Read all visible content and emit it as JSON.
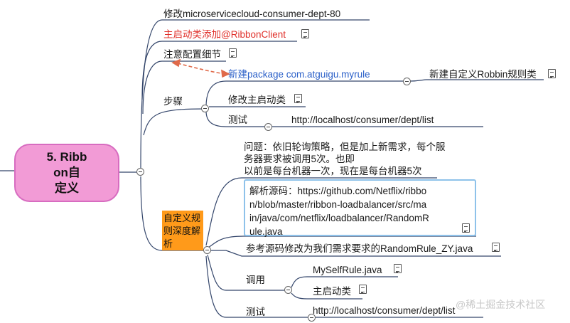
{
  "root": {
    "label": "5. Ribb\non自\n定义"
  },
  "branches": {
    "modify_module": "修改microservicecloud-consumer-dept-80",
    "main_class_annotation": "主启动类添加@RibbonClient",
    "config_notes": "注意配置细节",
    "steps": {
      "label": "步骤",
      "new_package": "新建package com.atguigu.myrule",
      "new_rule_class": "新建自定义Robbin规则类",
      "modify_main": "修改主启动类",
      "test_label": "测试",
      "test_url": "http://localhost/consumer/dept/list"
    },
    "deep_dive": {
      "label": "自定义规\n则深度解\n析",
      "problem": "问题：依旧轮询策略，但是加上新需求，每个服\n务器要求被调用5次。也即\n以前是每台机器一次，现在是每台机器5次",
      "source": "解析源码：https://github.com/Netflix/ribbo\nn/blob/master/ribbon-loadbalancer/src/ma\nin/java/com/netflix/loadbalancer/RandomR\nule.java",
      "reference": "参考源码修改为我们需求要求的RandomRule_ZY.java",
      "invoke_label": "调用",
      "my_self_rule": "MySelfRule.java",
      "main_class": "主启动类",
      "test_label": "测试",
      "test_url": "http://localhost/consumer/dept/list"
    }
  },
  "watermark": "@稀土掘金技术社区",
  "colors": {
    "root_fill": "#f29bd6",
    "root_border": "#d76cc0",
    "branch_fill": "#ff9a1a",
    "highlight_text": "#e0302a",
    "link_text": "#2a5fc8",
    "arrow": "#e06a4a",
    "source_box_border": "#8ec2ea",
    "line": "#34466b"
  }
}
